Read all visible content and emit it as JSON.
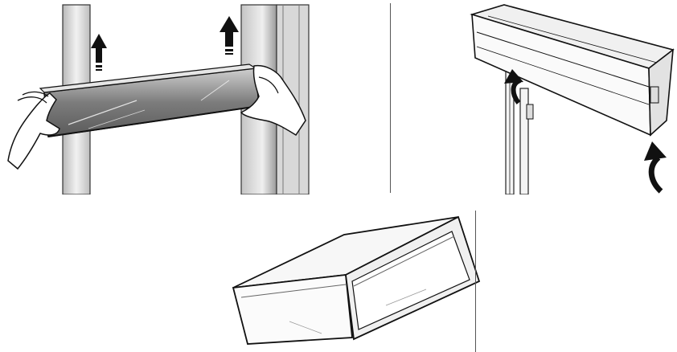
{
  "figure": {
    "panels": [
      {
        "id": "p1",
        "subject": "door-shelf-removal",
        "icons": [
          "up-arrow-icon",
          "up-arrow-icon",
          "hand-icon",
          "hand-icon"
        ]
      },
      {
        "id": "p2",
        "subject": "door-bin-removal",
        "icons": [
          "curved-up-arrow-icon",
          "curved-up-arrow-icon"
        ]
      },
      {
        "id": "p3",
        "subject": "crisper-drawer",
        "icons": []
      }
    ],
    "colors": {
      "line": "#1a1a1a",
      "wall_shade": "#c8c8c8",
      "glass": "#8a8a8a",
      "arrow": "#111111"
    }
  }
}
